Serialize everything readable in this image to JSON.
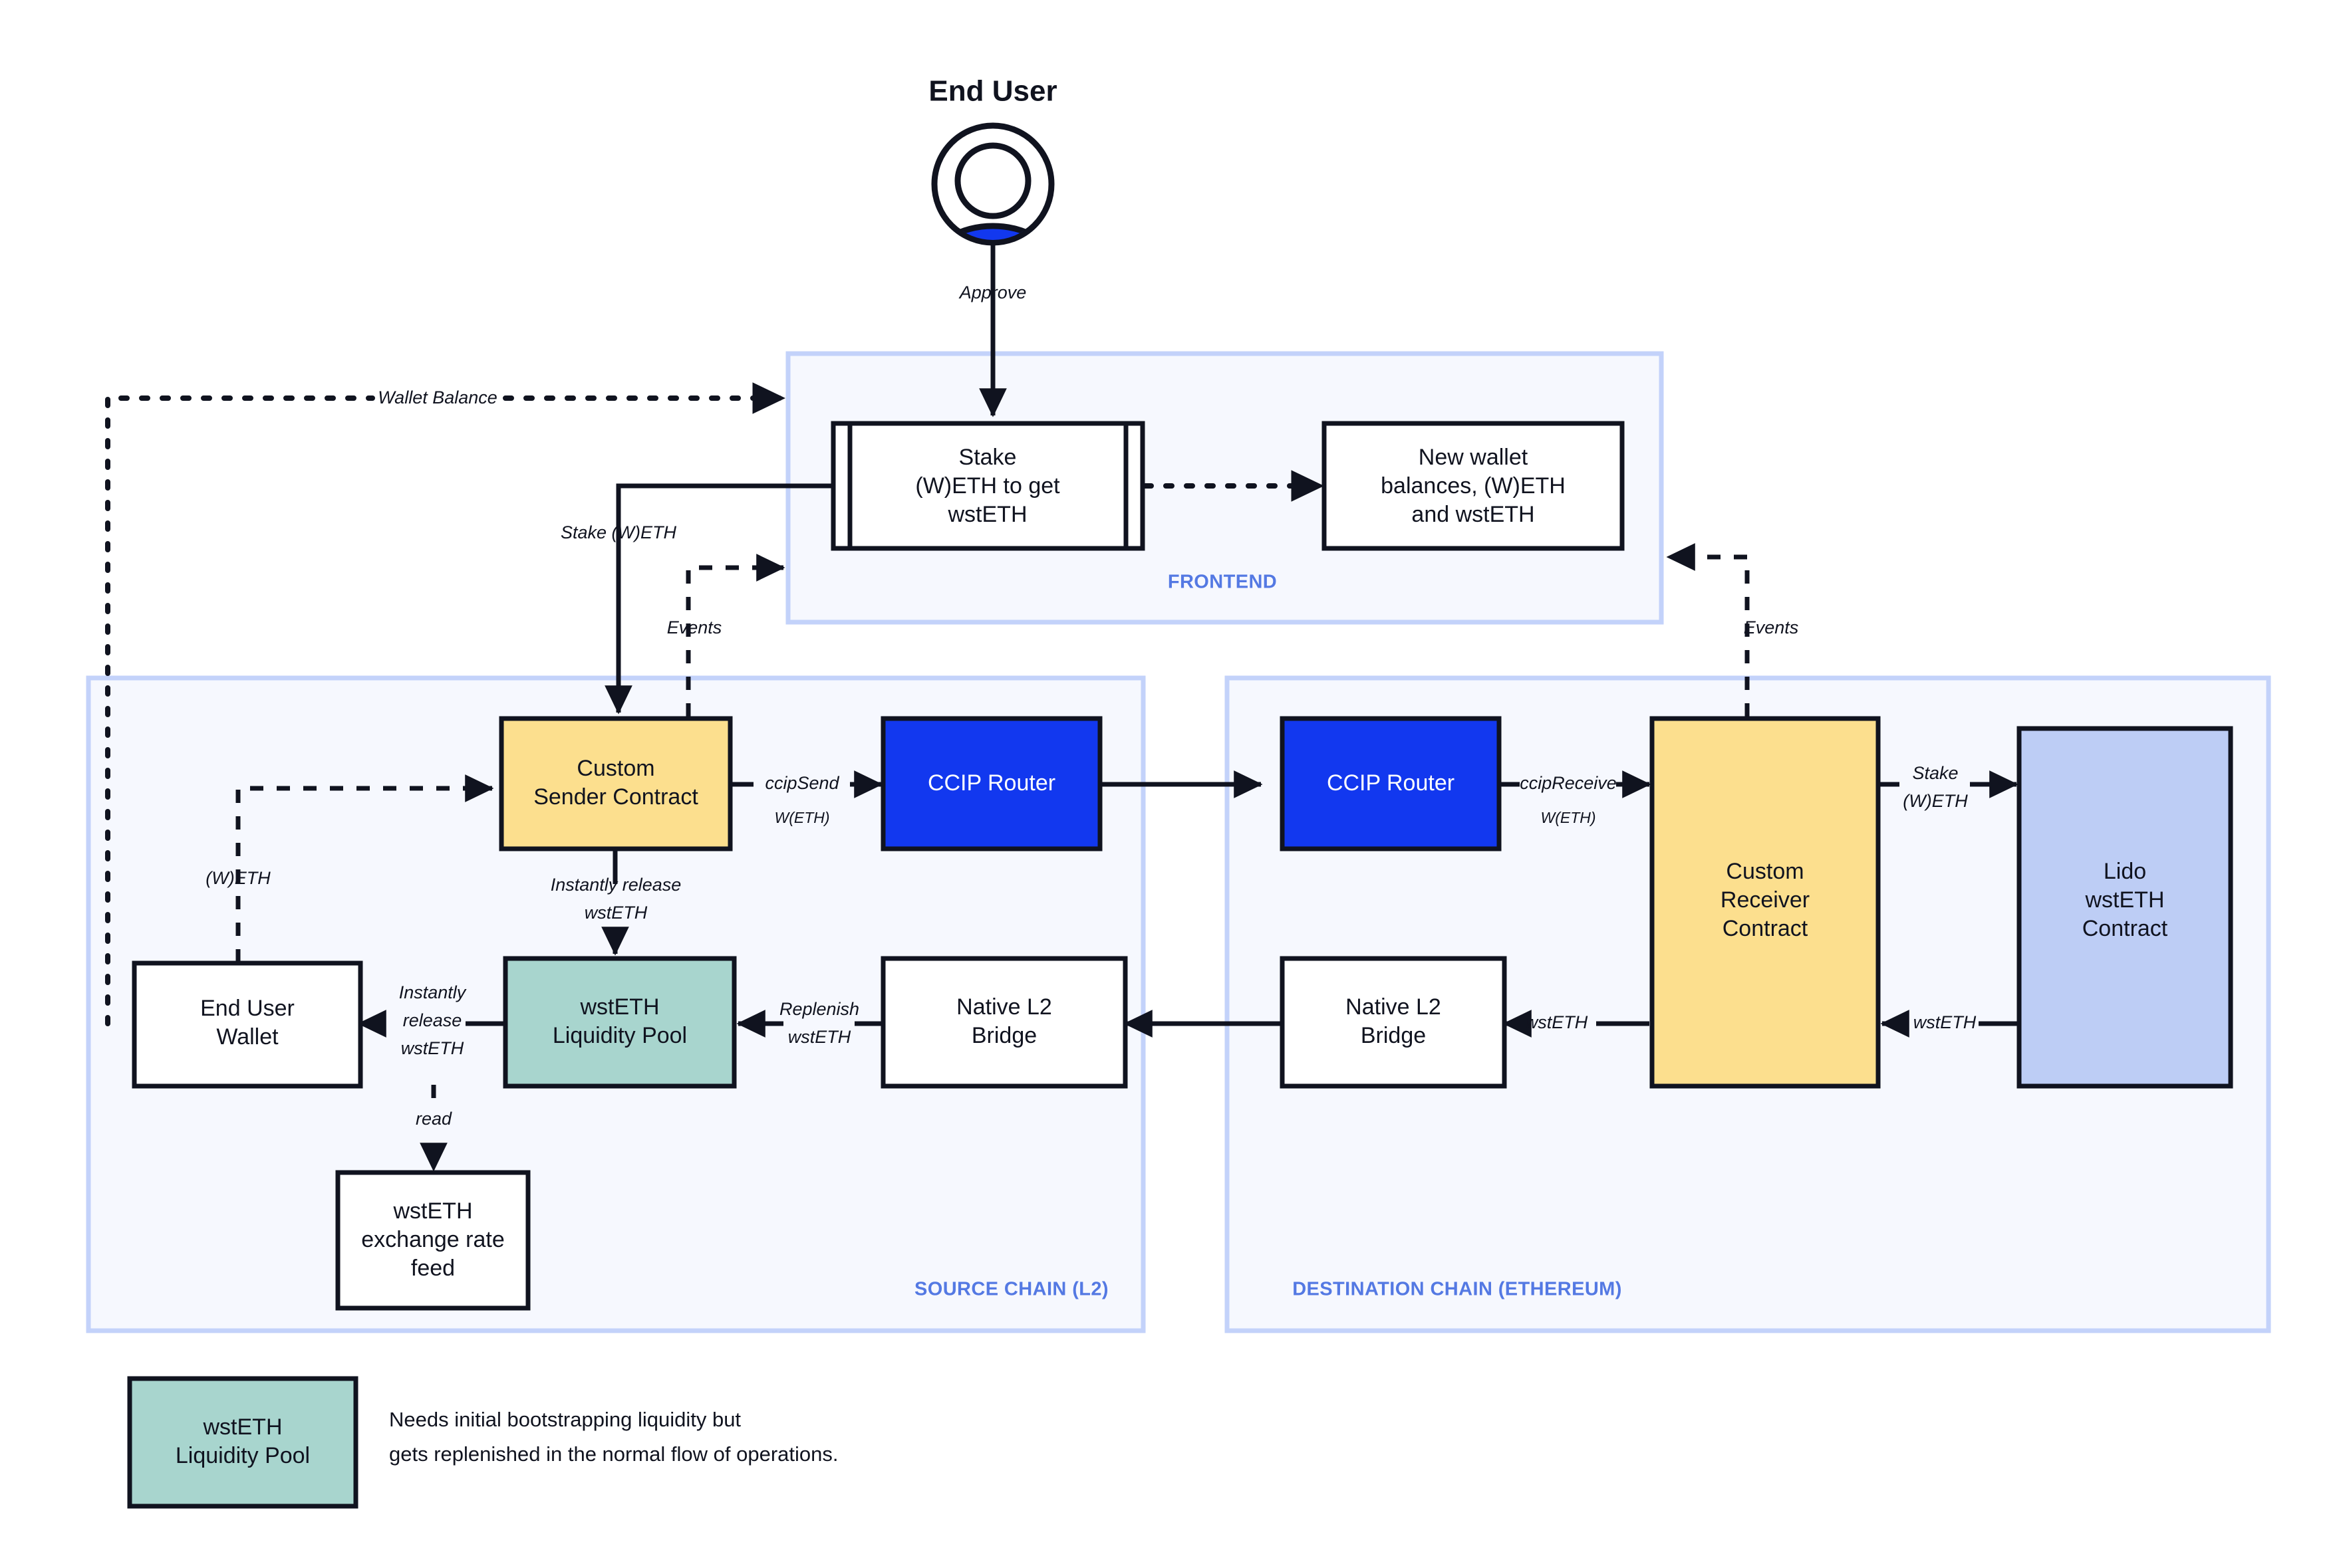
{
  "diagram": {
    "title": "End User",
    "actor_icon": "user-avatar-icon",
    "colors": {
      "accent_blue": "#1238ef",
      "group_fill": "#f6f8fe",
      "group_stroke": "#c3d2fa",
      "group_label": "#5479e3",
      "contract_yellow": "#fcdf8e",
      "pool_teal": "#a8d5ce",
      "lido_periwinkle": "#bdcdf5",
      "stroke_dark": "#10131f"
    },
    "groups": [
      {
        "id": "frontend",
        "label": "FRONTEND"
      },
      {
        "id": "source_chain",
        "label": "SOURCE CHAIN (L2)"
      },
      {
        "id": "destination_chain",
        "label": "DESTINATION CHAIN (ETHEREUM)"
      }
    ],
    "nodes": [
      {
        "id": "end_user",
        "label": "End User",
        "type": "actor"
      },
      {
        "id": "stake_form",
        "label_lines": [
          "Stake",
          "(W)ETH to get",
          "wstETH"
        ],
        "type": "subroutine",
        "group": "frontend"
      },
      {
        "id": "new_balances",
        "label_lines": [
          "New wallet",
          "balances, (W)ETH",
          "and wstETH"
        ],
        "type": "box",
        "group": "frontend"
      },
      {
        "id": "sender_contract",
        "label_lines": [
          "Custom",
          "Sender Contract"
        ],
        "type": "box",
        "group": "source_chain",
        "fill": "#fcdf8e"
      },
      {
        "id": "ccip_router_src",
        "label_lines": [
          "CCIP Router"
        ],
        "type": "box",
        "group": "source_chain",
        "fill": "#1238ef"
      },
      {
        "id": "end_user_wallet",
        "label_lines": [
          "End User",
          "Wallet"
        ],
        "type": "box",
        "group": "source_chain",
        "fill": "#ffffff"
      },
      {
        "id": "liquidity_pool",
        "label_lines": [
          "wstETH",
          "Liquidity Pool"
        ],
        "type": "box",
        "group": "source_chain",
        "fill": "#a8d5ce"
      },
      {
        "id": "native_l2_bridge_src",
        "label_lines": [
          "Native L2",
          "Bridge"
        ],
        "type": "box",
        "group": "source_chain",
        "fill": "#ffffff"
      },
      {
        "id": "rate_feed",
        "label_lines": [
          "wstETH",
          "exchange rate",
          "feed"
        ],
        "type": "box",
        "group": "source_chain",
        "fill": "#ffffff"
      },
      {
        "id": "ccip_router_dst",
        "label_lines": [
          "CCIP Router"
        ],
        "type": "box",
        "group": "destination_chain",
        "fill": "#1238ef"
      },
      {
        "id": "receiver_contract",
        "label_lines": [
          "Custom",
          "Receiver",
          "Contract"
        ],
        "type": "box",
        "group": "destination_chain",
        "fill": "#fcdf8e"
      },
      {
        "id": "native_l2_bridge_dst",
        "label_lines": [
          "Native L2",
          "Bridge"
        ],
        "type": "box",
        "group": "destination_chain",
        "fill": "#ffffff"
      },
      {
        "id": "lido_contract",
        "label_lines": [
          "Lido",
          "wstETH",
          "Contract"
        ],
        "type": "box",
        "group": "destination_chain",
        "fill": "#bdcdf5"
      }
    ],
    "edges": [
      {
        "id": "approve",
        "label": "Approve",
        "from": "end_user",
        "to": "stake_form",
        "style": "solid"
      },
      {
        "id": "wallet_balance",
        "label": "Wallet Balance",
        "from": "end_user_wallet",
        "to": "stake_form",
        "style": "dotted"
      },
      {
        "id": "stake_weth",
        "label": "Stake (W)ETH",
        "from": "stake_form",
        "to": "sender_contract",
        "style": "solid"
      },
      {
        "id": "events_src",
        "label": "Events",
        "from": "sender_contract",
        "to": "frontend",
        "style": "dashed"
      },
      {
        "id": "new_balances_flow",
        "label": "",
        "from": "stake_form",
        "to": "new_balances",
        "style": "dotted"
      },
      {
        "id": "events_dst",
        "label": "Events",
        "from": "receiver_contract",
        "to": "frontend",
        "style": "dashed"
      },
      {
        "id": "weth_dashed",
        "label": "(W)ETH",
        "from": "end_user_wallet",
        "to": "sender_contract",
        "style": "dashed"
      },
      {
        "id": "ccip_send",
        "label": "ccipSend",
        "sublabel": "W(ETH)",
        "from": "sender_contract",
        "to": "ccip_router_src",
        "style": "solid"
      },
      {
        "id": "router_hop",
        "label": "",
        "from": "ccip_router_src",
        "to": "ccip_router_dst",
        "style": "solid"
      },
      {
        "id": "ccip_receive",
        "label": "ccipReceive",
        "sublabel": "W(ETH)",
        "from": "ccip_router_dst",
        "to": "receiver_contract",
        "style": "solid"
      },
      {
        "id": "stake_weth_lido",
        "label": "Stake (W)ETH",
        "label_lines": [
          "Stake",
          "(W)ETH"
        ],
        "from": "receiver_contract",
        "to": "lido_contract",
        "style": "solid"
      },
      {
        "id": "wsteth_back",
        "label": "wstETH",
        "from": "lido_contract",
        "to": "receiver_contract",
        "style": "solid"
      },
      {
        "id": "wsteth_to_bridge",
        "label": "wstETH",
        "from": "receiver_contract",
        "to": "native_l2_bridge_dst",
        "style": "solid"
      },
      {
        "id": "bridge_hop",
        "label": "",
        "from": "native_l2_bridge_dst",
        "to": "native_l2_bridge_src",
        "style": "solid"
      },
      {
        "id": "replenish",
        "label": "Replenish wstETH",
        "label_lines": [
          "Replenish",
          "wstETH"
        ],
        "from": "native_l2_bridge_src",
        "to": "liquidity_pool",
        "style": "solid"
      },
      {
        "id": "instant_release_pool",
        "label": "Instantly release wstETH",
        "label_lines": [
          "Instantly release",
          "wstETH"
        ],
        "from": "sender_contract",
        "to": "liquidity_pool",
        "style": "solid"
      },
      {
        "id": "instant_release_wallet",
        "label": "Instantly release wstETH",
        "label_lines": [
          "Instantly",
          "release",
          "wstETH"
        ],
        "from": "liquidity_pool",
        "to": "end_user_wallet",
        "style": "solid"
      },
      {
        "id": "read_rate",
        "label": "read",
        "from": "liquidity_pool",
        "to": "rate_feed",
        "style": "dashed"
      }
    ],
    "legend": {
      "swatch_lines": [
        "wstETH",
        "Liquidity Pool"
      ],
      "note_lines": [
        "Needs initial bootstrapping liquidity but",
        "gets replenished in the normal flow of operations."
      ]
    }
  }
}
